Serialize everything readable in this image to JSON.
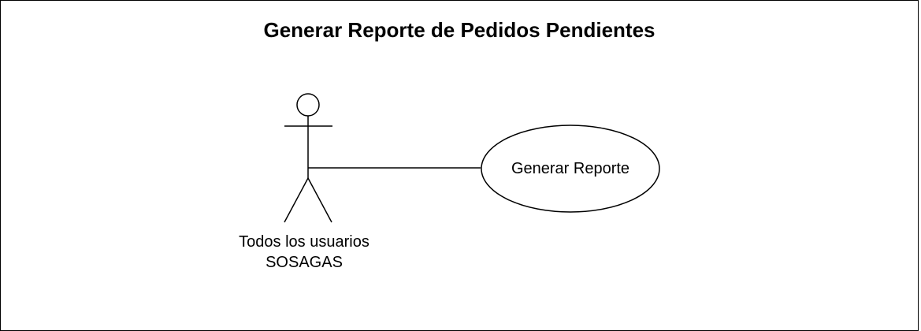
{
  "diagram": {
    "title": "Generar Reporte de Pedidos Pendientes",
    "actor": {
      "label_line1": "Todos los usuarios",
      "label_line2": "SOSAGAS"
    },
    "use_case": {
      "label": "Generar Reporte"
    },
    "colors": {
      "stroke": "#000000",
      "background": "#ffffff"
    }
  }
}
